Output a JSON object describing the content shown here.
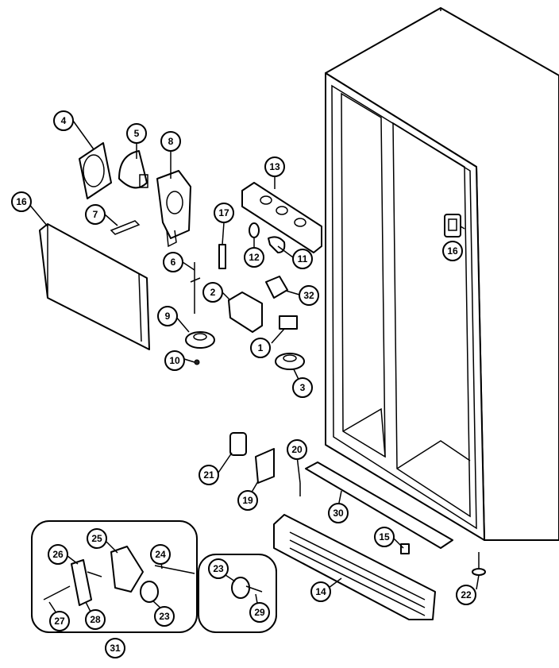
{
  "callouts": [
    {
      "id": "c4",
      "label": "4"
    },
    {
      "id": "c5",
      "label": "5"
    },
    {
      "id": "c8",
      "label": "8"
    },
    {
      "id": "c16a",
      "label": "16"
    },
    {
      "id": "c7",
      "label": "7"
    },
    {
      "id": "c13",
      "label": "13"
    },
    {
      "id": "c17",
      "label": "17"
    },
    {
      "id": "c12",
      "label": "12"
    },
    {
      "id": "c11",
      "label": "11"
    },
    {
      "id": "c6",
      "label": "6"
    },
    {
      "id": "c2",
      "label": "2"
    },
    {
      "id": "c32",
      "label": "32"
    },
    {
      "id": "c9",
      "label": "9"
    },
    {
      "id": "c1",
      "label": "1"
    },
    {
      "id": "c10",
      "label": "10"
    },
    {
      "id": "c3",
      "label": "3"
    },
    {
      "id": "c16b",
      "label": "16"
    },
    {
      "id": "c20",
      "label": "20"
    },
    {
      "id": "c21",
      "label": "21"
    },
    {
      "id": "c19",
      "label": "19"
    },
    {
      "id": "c30",
      "label": "30"
    },
    {
      "id": "c15",
      "label": "15"
    },
    {
      "id": "c25",
      "label": "25"
    },
    {
      "id": "c26a",
      "label": "26"
    },
    {
      "id": "c24",
      "label": "24"
    },
    {
      "id": "c23a",
      "label": "23"
    },
    {
      "id": "c23b",
      "label": "23"
    },
    {
      "id": "c28",
      "label": "28"
    },
    {
      "id": "c27",
      "label": "27"
    },
    {
      "id": "c29",
      "label": "29"
    },
    {
      "id": "c14",
      "label": "14"
    },
    {
      "id": "c22",
      "label": "22"
    },
    {
      "id": "c31",
      "label": "31"
    }
  ]
}
